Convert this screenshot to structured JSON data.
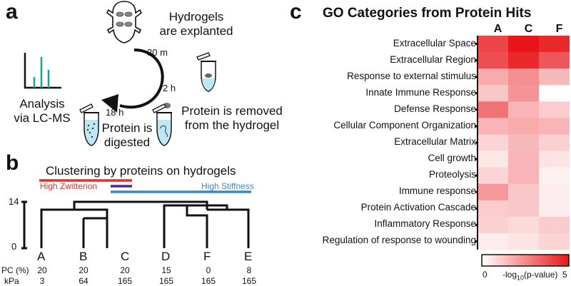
{
  "panel_a": {
    "letter": "a",
    "step1": [
      "Hydrogels",
      "are explanted"
    ],
    "time1": "30 m",
    "time2": "2 h",
    "time3": "18 h",
    "step2": [
      "Protein is removed",
      "from the hydrogel"
    ],
    "step3": [
      "Protein is",
      "digested"
    ],
    "step4": [
      "Analysis",
      "via LC-MS"
    ]
  },
  "panel_b": {
    "letter": "b",
    "title": "Clustering by proteins on hydrogels",
    "bar_labels": {
      "zwitterion": "High Zwitterion",
      "stiffness": "High Stiffness"
    },
    "colors": {
      "zwitterion": "#e0302b",
      "stiffness": "#3a88c6",
      "both": "#4a2c8c"
    },
    "y_ticks": [
      "14",
      "0"
    ],
    "samples": [
      "A",
      "B",
      "C",
      "D",
      "F",
      "E"
    ],
    "row_labels": [
      "PC (%)",
      "kPa"
    ],
    "pc": [
      "20",
      "20",
      "20",
      "15",
      "0",
      "8"
    ],
    "kpa": [
      "3",
      "64",
      "165",
      "165",
      "165",
      "165"
    ]
  },
  "panel_c": {
    "letter": "c",
    "title": "GO Categories from Protein Hits",
    "columns": [
      "A",
      "C",
      "F"
    ],
    "colorbar": {
      "min": "0",
      "max": "5",
      "label_prefix": "-log",
      "label_sub": "10",
      "label_suffix": "(p-value)"
    }
  },
  "chart_data": {
    "type": "heatmap",
    "title": "GO Categories from Protein Hits",
    "columns": [
      "A",
      "C",
      "F"
    ],
    "rows": [
      "Extracellular Space",
      "Extracellular Region",
      "Response to external stimulus",
      "Innate Immune Response",
      "Defense Response",
      "Cellular Component Organization",
      "Extracellular Matrix",
      "Cell growth",
      "Proteolysis",
      "Immune response",
      "Protein Activation Cascade",
      "Inflammatory Response",
      "Regulation of response to wounding"
    ],
    "values": [
      [
        4.0,
        5.0,
        4.6
      ],
      [
        3.8,
        4.6,
        3.6
      ],
      [
        1.8,
        2.4,
        1.5
      ],
      [
        1.2,
        2.3,
        0.0
      ],
      [
        3.0,
        1.6,
        1.1
      ],
      [
        1.6,
        1.8,
        1.6
      ],
      [
        0.9,
        1.5,
        1.0
      ],
      [
        0.5,
        1.6,
        0.6
      ],
      [
        0.9,
        1.6,
        0.3
      ],
      [
        2.2,
        1.2,
        0.4
      ],
      [
        1.1,
        1.2,
        0.4
      ],
      [
        1.0,
        0.8,
        1.1
      ],
      [
        0.4,
        0.6,
        0.9
      ]
    ],
    "vmin": 0,
    "vmax": 5,
    "colorbar_label": "-log10(p-value)"
  }
}
